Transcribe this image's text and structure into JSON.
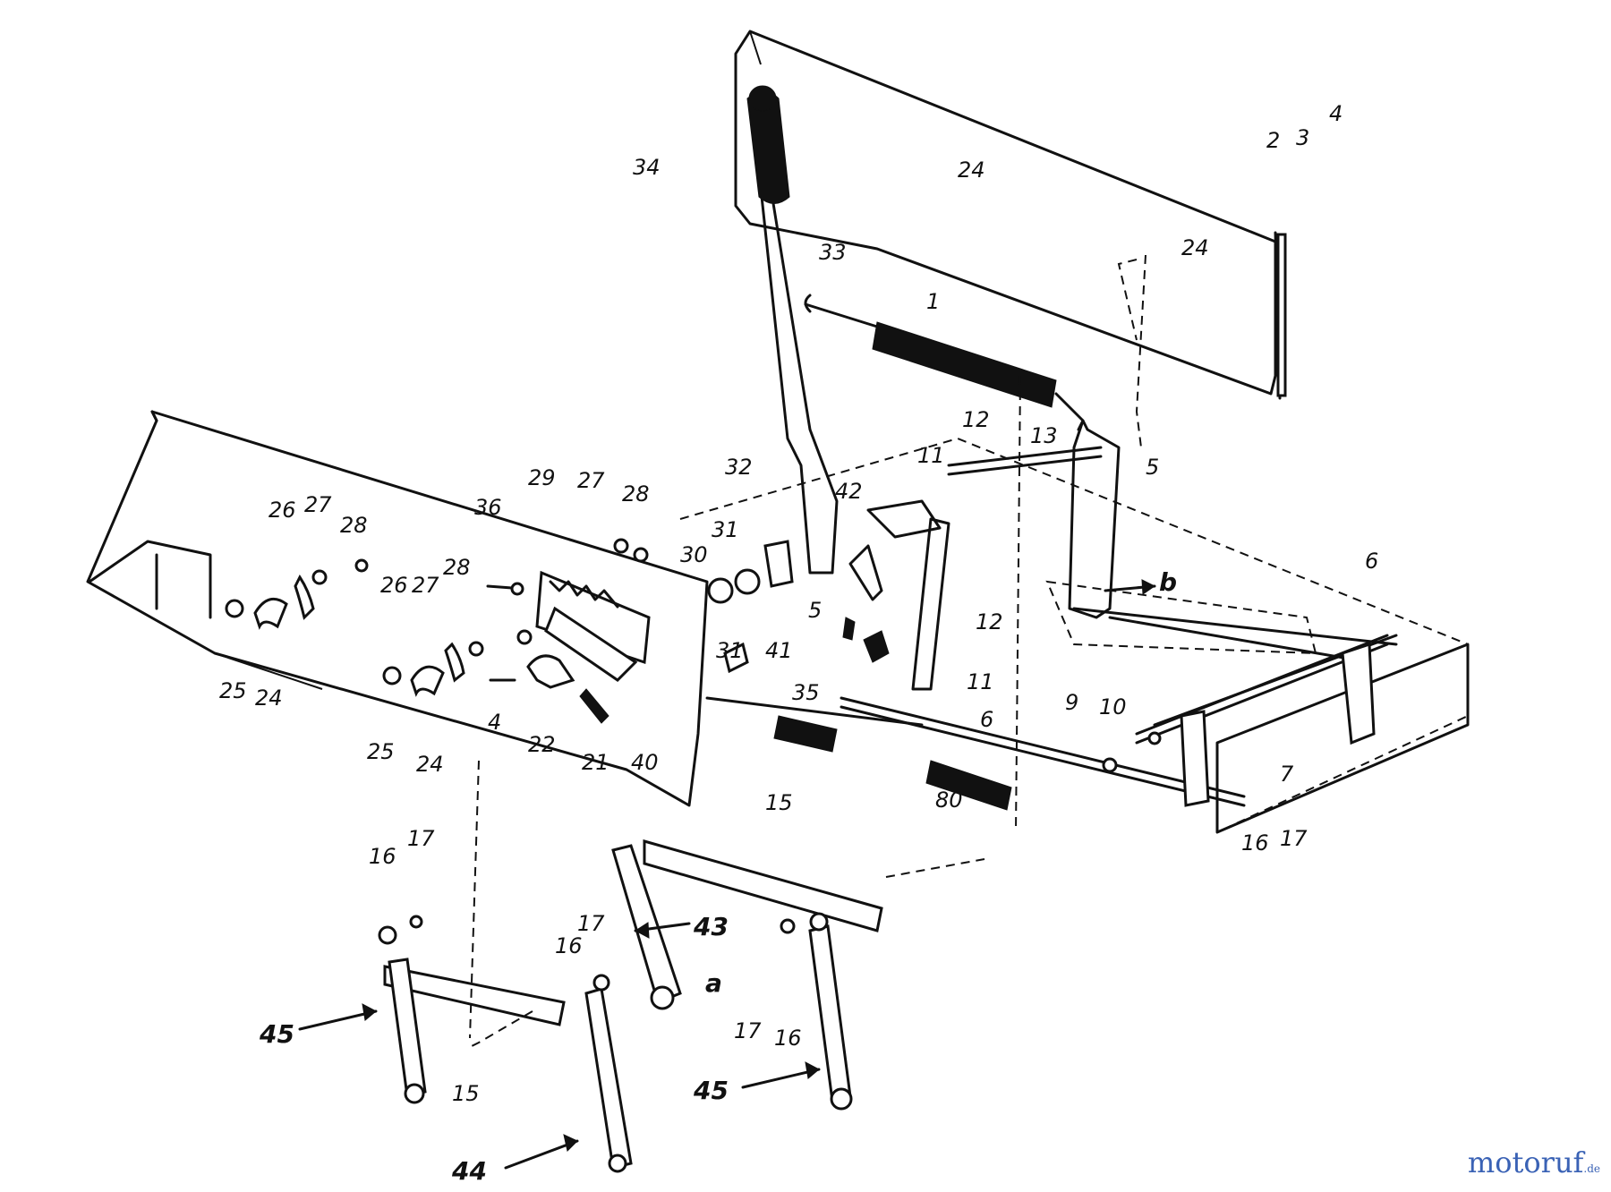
{
  "callouts": [
    "1",
    "2",
    "3",
    "4",
    "5",
    "6",
    "7",
    "9",
    "10",
    "11",
    "12",
    "13",
    "15",
    "16",
    "17",
    "21",
    "22",
    "24",
    "25",
    "26",
    "27",
    "28",
    "29",
    "30",
    "31",
    "32",
    "33",
    "34",
    "35",
    "36",
    "40",
    "41",
    "42",
    "43",
    "44",
    "45",
    "80"
  ],
  "reference_letters": [
    "a",
    "b"
  ],
  "watermark": {
    "name": "motoruf",
    "tld": ".de"
  },
  "colors": {
    "line": "#111111",
    "brand_blue": "#3a62b5",
    "brand_red": "#c0392b"
  }
}
